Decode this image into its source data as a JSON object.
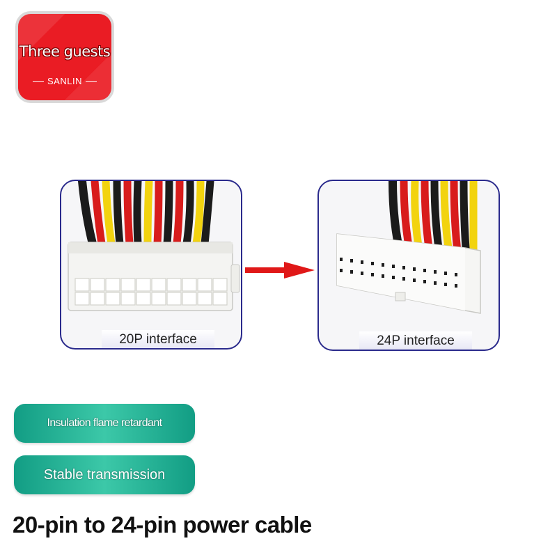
{
  "logo": {
    "title": "Three guests",
    "subtitle": "SANLIN",
    "brand_color": "#ea1c24"
  },
  "panels": [
    {
      "caption": "20P interface",
      "border_color": "#2a2a8c"
    },
    {
      "caption": "24P interface",
      "border_color": "#2a2a8c"
    }
  ],
  "arrow": {
    "icon": "right-arrow-icon",
    "color": "#e01818"
  },
  "features": [
    {
      "label": "Insulation flame retardant",
      "color": "#1fae92"
    },
    {
      "label": "Stable transmission",
      "color": "#1fae92"
    }
  ],
  "headline": "20-pin to 24-pin power cable"
}
